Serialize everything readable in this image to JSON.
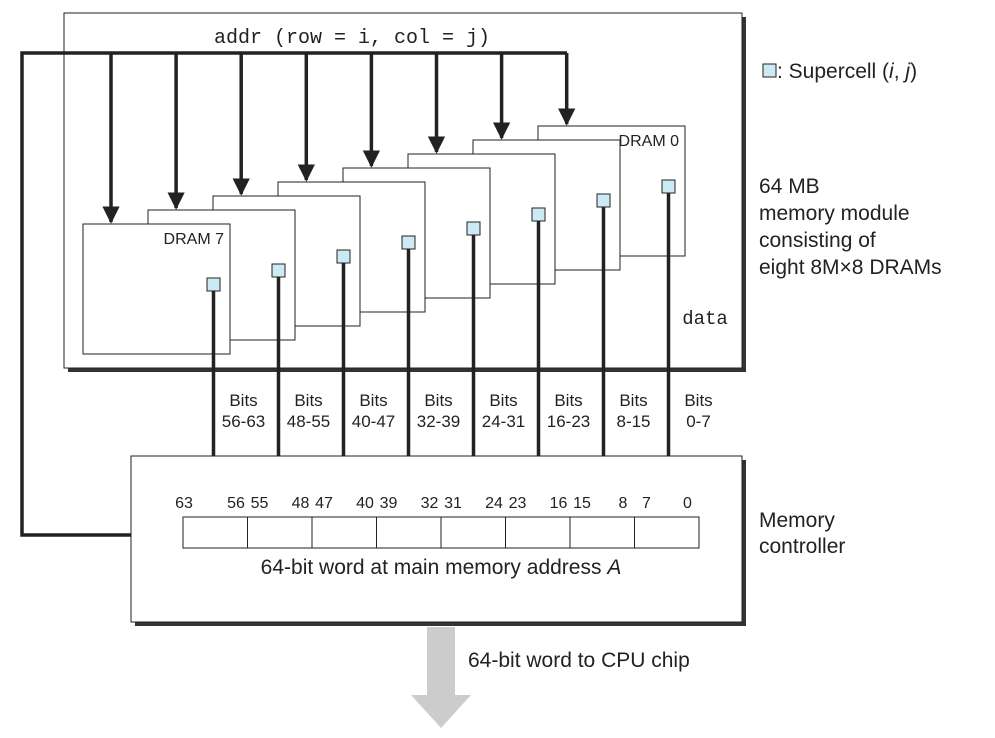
{
  "addr_label": "addr (row = i, col = j)",
  "data_label": "data",
  "legend": {
    "prefix": ": Supercell (",
    "i": "i",
    "sep": ", ",
    "j": "j",
    "suffix": ")"
  },
  "module_caption": [
    "64 MB",
    "memory module",
    "consisting of",
    "eight 8M×8 DRAMs"
  ],
  "dram_chips": [
    {
      "label": "DRAM 0",
      "bits": "0-7"
    },
    {
      "label": "",
      "bits": "8-15"
    },
    {
      "label": "",
      "bits": "16-23"
    },
    {
      "label": "",
      "bits": "24-31"
    },
    {
      "label": "",
      "bits": "32-39"
    },
    {
      "label": "",
      "bits": "40-47"
    },
    {
      "label": "",
      "bits": "48-55"
    },
    {
      "label": "DRAM 7",
      "bits": "56-63"
    }
  ],
  "bits_word": "Bits",
  "bit_positions": [
    "63",
    "56",
    "55",
    "48",
    "47",
    "40",
    "39",
    "32",
    "31",
    "24",
    "23",
    "16",
    "15",
    "8",
    "7",
    "0"
  ],
  "controller_caption": [
    "Memory",
    "controller"
  ],
  "word_caption_prefix": "64-bit word at main memory address ",
  "word_caption_var": "A",
  "cpu_caption": "64-bit word to CPU chip",
  "colors": {
    "supercell": "#cde9f3",
    "stroke": "#222222",
    "cpu_arrow": "#cccccc",
    "shadow": "#333333"
  }
}
